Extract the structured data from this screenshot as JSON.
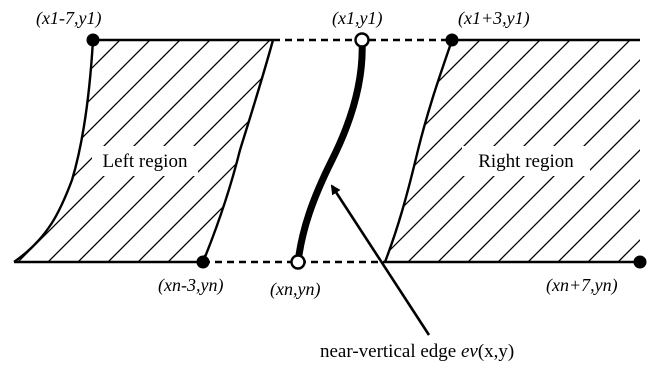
{
  "diagram": {
    "regions": {
      "left": "Left region",
      "right": "Right region"
    },
    "points": {
      "left_top": "(x1-7,y1)",
      "center_top": "(x1,y1)",
      "right_top": "(x1+3,y1)",
      "left_bottom": "(xn-3,yn)",
      "center_bottom": "(xn,yn)",
      "right_bottom": "(xn+7,yn)"
    },
    "edge_label": {
      "text": "near-vertical edge ",
      "symbol": "ev",
      "args": "(x,y)"
    }
  }
}
